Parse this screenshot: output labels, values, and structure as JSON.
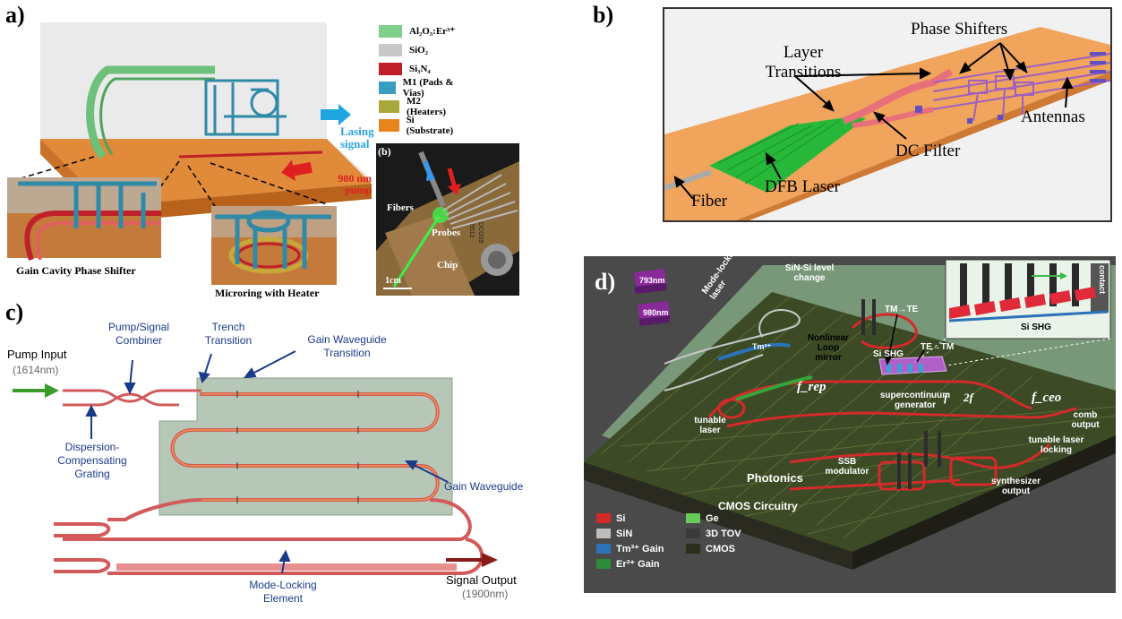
{
  "panel_labels": {
    "a": "a)",
    "b": "b)",
    "c": "c)",
    "d": "d)"
  },
  "panel_a": {
    "legend": [
      {
        "label": "Al₂O₃:Er³⁺",
        "color": "#7fcf8a"
      },
      {
        "label": "SiO₂",
        "color": "#c8c8c8"
      },
      {
        "label": "Si₃N₄",
        "color": "#c0202a"
      },
      {
        "label": "M1 (Pads & Vias)",
        "color": "#3b9dbf"
      },
      {
        "label": "M2 (Heaters)",
        "color": "#a9a83a"
      },
      {
        "label": "Si (Substrate)",
        "color": "#e8841e"
      }
    ],
    "lasing_signal": "Lasing signal",
    "pump_980": "980 nm pump",
    "inset_left": "Gain Cavity Phase Shifter",
    "inset_right": "Microring with Heater",
    "photo": {
      "label": "(b)",
      "fibers": "Fibers",
      "probes": "Probes",
      "chip": "Chip",
      "scale": "1cm",
      "chip_text_1": "DCG09",
      "chip_text_2": "5512"
    }
  },
  "panel_b": {
    "layer_transitions": "Layer Transitions",
    "phase_shifters": "Phase Shifters",
    "antennas": "Antennas",
    "dc_filter": "DC Filter",
    "dfb_laser": "DFB Laser",
    "fiber": "Fiber"
  },
  "panel_c": {
    "pump_input": "Pump Input",
    "pump_wl": "(1614nm)",
    "combiner": "Pump/Signal Combiner",
    "trench": "Trench Transition",
    "gain_wg_transition": "Gain Waveguide Transition",
    "dispersion": "Dispersion-Compensating Grating",
    "gain_wg": "Gain Waveguide",
    "mode_locking": "Mode-Locking Element",
    "signal_output": "Signal Output",
    "signal_wl": "(1900nm)"
  },
  "panel_d": {
    "sin_si": "SiN-Si level change",
    "mode_locked": "Mode-locked laser",
    "tm": "Tm³⁺",
    "nonlinear": "Nonlinear Loop mirror",
    "tm_te": "TM→TE",
    "te_tm": "TE→TM",
    "si_shg": "Si SHG",
    "si_shg_inset": "Si SHG",
    "contact": "contact",
    "pump793": "793nm",
    "pump980": "980nm",
    "frep": "f_rep",
    "fceo": "f_ceo",
    "f": "f",
    "twof": "2f",
    "supercontinuum": "supercontinuum generator",
    "comb_output": "comb output",
    "tunable_laser": "tunable laser",
    "tunable_locking": "tunable laser locking",
    "photonics": "Photonics",
    "ssb": "SSB modulator",
    "synth": "synthesizer output",
    "cmos_circuitry": "CMOS Circuitry",
    "legend": [
      {
        "label": "Si",
        "color": "#d22a2a"
      },
      {
        "label": "SiN",
        "color": "#bdbdbd"
      },
      {
        "label": "Tm³⁺ Gain",
        "color": "#2c72b8"
      },
      {
        "label": "Er³⁺ Gain",
        "color": "#2c8c3c"
      },
      {
        "label": "Ge",
        "color": "#66cc55"
      },
      {
        "label": "3D TOV",
        "color": "#3a3a3a"
      },
      {
        "label": "CMOS",
        "color": "#2a2e1a"
      }
    ]
  }
}
